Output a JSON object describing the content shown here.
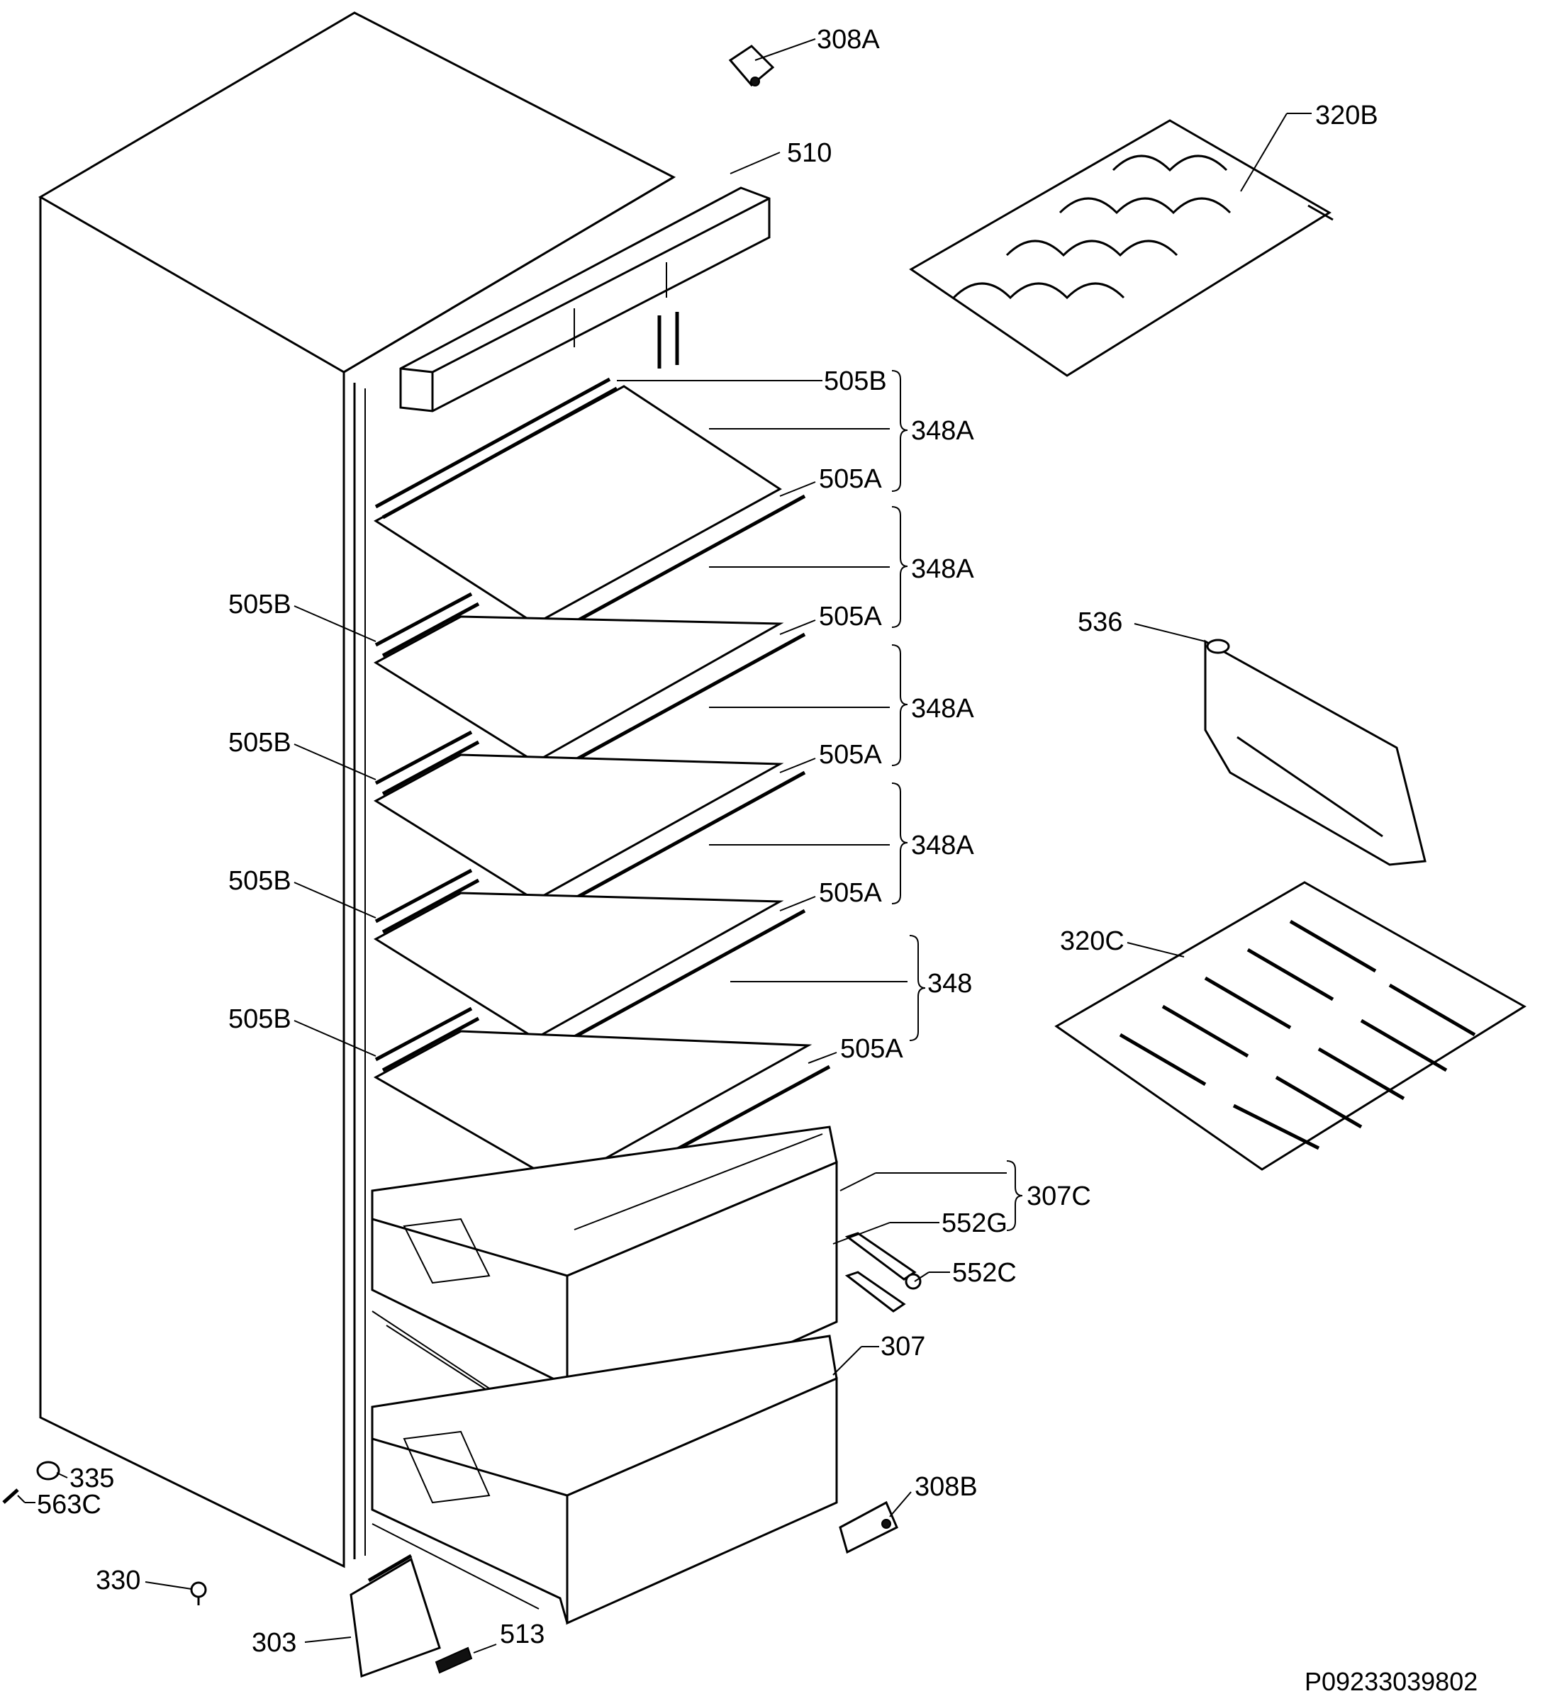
{
  "labels": {
    "l308A": "308A",
    "l320B": "320B",
    "l510": "510",
    "l505B_top": "505B",
    "l348A_1": "348A",
    "l505A_1": "505A",
    "l348A_2": "348A",
    "l505A_2": "505A",
    "l505B_1": "505B",
    "l348A_3": "348A",
    "l505A_3": "505A",
    "l505B_2": "505B",
    "l348A_4": "348A",
    "l505A_4": "505A",
    "l505B_3": "505B",
    "l348": "348",
    "l505A_5": "505A",
    "l505B_4": "505B",
    "l536": "536",
    "l320C": "320C",
    "l307C": "307C",
    "l552G": "552G",
    "l552C": "552C",
    "l307": "307",
    "l335": "335",
    "l563C": "563C",
    "l308B": "308B",
    "l330": "330",
    "l303": "303",
    "l513": "513"
  },
  "drawing_code": "P09233039802"
}
